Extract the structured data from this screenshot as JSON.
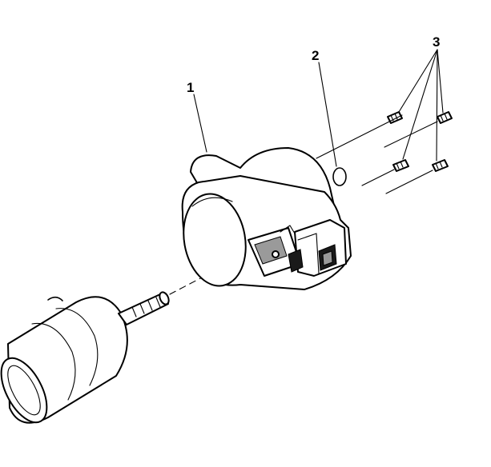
{
  "callouts": {
    "c1": "1",
    "c2": "2",
    "c3": "3"
  },
  "colors": {
    "line": "#000000",
    "background": "#ffffff",
    "shade": "#1a1a1a"
  }
}
